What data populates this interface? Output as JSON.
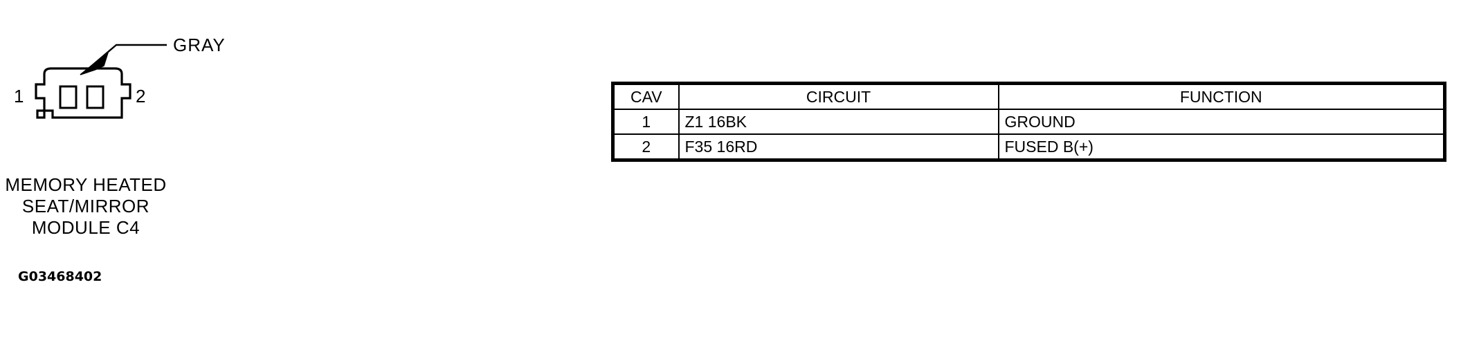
{
  "connector": {
    "callout_label": "GRAY",
    "left_pin_number": "1",
    "right_pin_number": "2",
    "caption_lines": [
      "MEMORY HEATED",
      "SEAT/MIRROR",
      "MODULE C4"
    ],
    "drawing_id": "G03468402",
    "cavity_count": 2,
    "line_color": "#000000"
  },
  "table": {
    "headers": [
      "CAV",
      "CIRCUIT",
      "FUNCTION"
    ],
    "rows": [
      {
        "cav": "1",
        "circuit": "Z1 16BK",
        "function": "GROUND"
      },
      {
        "cav": "2",
        "circuit": "F35 16RD",
        "function": "FUSED B(+)"
      }
    ]
  }
}
